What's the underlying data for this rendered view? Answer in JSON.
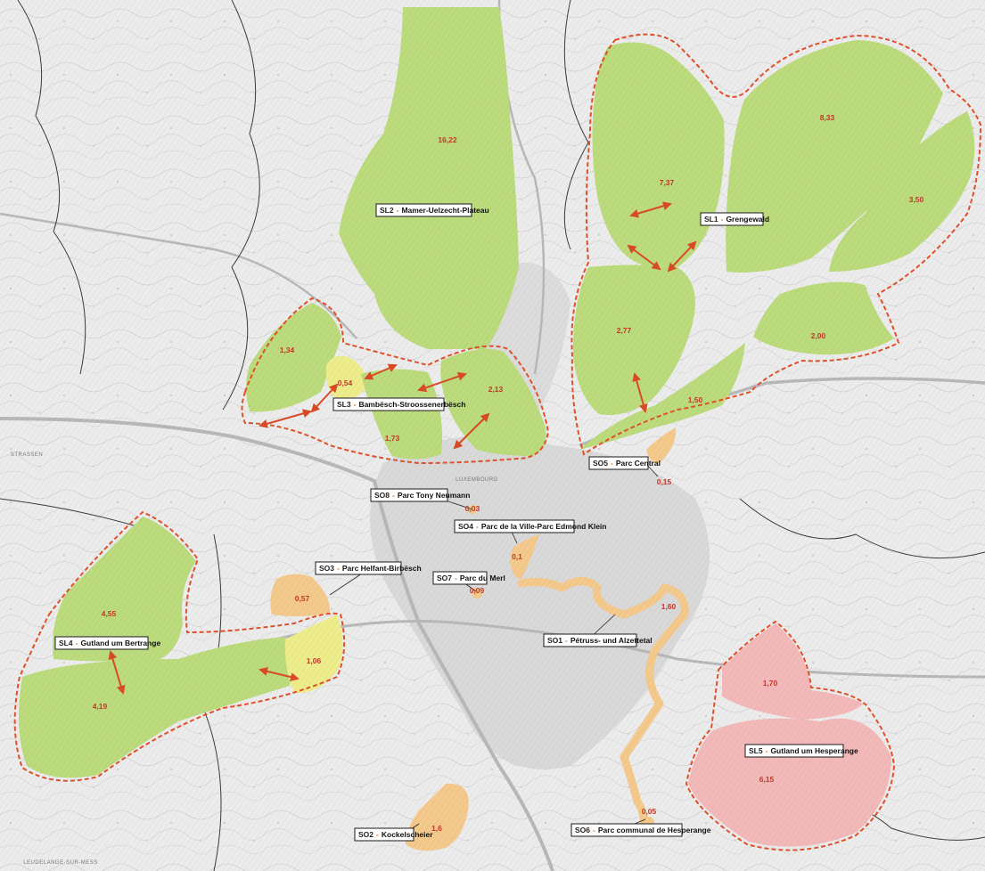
{
  "colors": {
    "forest_zone": "#bcdb7c",
    "open_zone": "#eded8c",
    "park_zone": "#f4c98c",
    "south_zone": "#f3b9b9",
    "boundary": "#e0502a",
    "arrow": "#d84a26",
    "value_text": "#c0392b"
  },
  "zones": {
    "sl1": {
      "code": "SL1",
      "name": "Grengewald"
    },
    "sl2": {
      "code": "SL2",
      "name": "Mamer-Uelzecht-Plateau"
    },
    "sl3": {
      "code": "SL3",
      "name": "Bambësch-Stroossenerbësch"
    },
    "sl4": {
      "code": "SL4",
      "name": "Gutland um Bertrange"
    },
    "sl5": {
      "code": "SL5",
      "name": "Gutland um Hesperange"
    },
    "so1": {
      "code": "SO1",
      "name": "Pétruss- und Alzettetal"
    },
    "so2": {
      "code": "SO2",
      "name": "Kockelscheier"
    },
    "so3": {
      "code": "SO3",
      "name": "Parc Helfant-Birbësch"
    },
    "so4": {
      "code": "SO4",
      "name": "Parc de la Ville-Parc Edmond Klein"
    },
    "so5": {
      "code": "SO5",
      "name": "Parc Central"
    },
    "so6": {
      "code": "SO6",
      "name": "Parc communal de Hesperange"
    },
    "so7": {
      "code": "SO7",
      "name": "Parc du Merl"
    },
    "so8": {
      "code": "SO8",
      "name": "Parc Tony Neumann"
    }
  },
  "label_separator": "-",
  "area_values": {
    "sl2": "16,22",
    "sl1_center": "7,37",
    "sl1_ne": "8,33",
    "sl1_e": "3,50",
    "sl1_se": "2,00",
    "sl1_sw": "2,77",
    "sl1_s": "1,50",
    "sl3_w": "1,34",
    "sl3_open": "0,54",
    "sl3_center": "1,73",
    "sl3_e": "2,13",
    "sl4_n": "4,55",
    "sl4_s": "4,19",
    "sl4_open": "1,06",
    "sl5_n": "1,70",
    "sl5_s": "6,15",
    "so1": "1,60",
    "so2": "1,6",
    "so3": "0,57",
    "so4": "0,1",
    "so5": "0,15",
    "so6": "0,05",
    "so7": "0,09",
    "so8": "0,03"
  },
  "place_names": {
    "west": "STRASSEN",
    "southwest_bottom": "LEUDELANGE-SUR-MESS",
    "center": "LUXEMBOURG"
  }
}
